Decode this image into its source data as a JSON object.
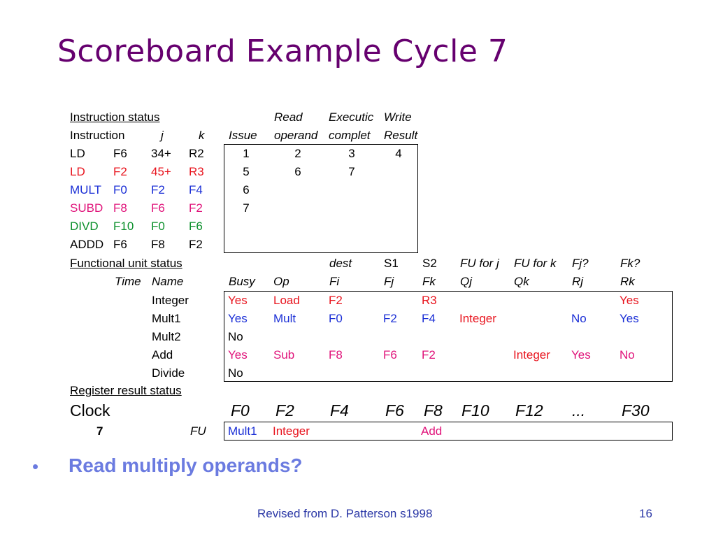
{
  "title": "Scoreboard Example Cycle 7",
  "colors": {
    "title": "#66006f",
    "ld2": "#e8141e",
    "mult": "#1b2fd6",
    "subd": "#e0137a",
    "divd": "#0a8f2a",
    "bullet": "#6b7be0",
    "footer": "#2a37a6"
  },
  "instr": {
    "section_label": "Instruction status ",
    "headers": {
      "instruction": "Instruction",
      "j": "j",
      "k": "k",
      "issue": "Issue",
      "read_top": "Read",
      "read_bottom": "operand",
      "exec_top": "Executic",
      "exec_bottom": "complet",
      "write_top": "Write",
      "write_bottom": "Result"
    },
    "rows": [
      {
        "op": "LD",
        "dst": "F6",
        "j": "34+",
        "k": "R2",
        "issue": "1",
        "read": "2",
        "exec": "3",
        "write": "4"
      },
      {
        "op": "LD",
        "dst": "F2",
        "j": "45+",
        "k": "R3",
        "issue": "5",
        "read": "6",
        "exec": "7",
        "write": ""
      },
      {
        "op": "MULT",
        "dst": "F0",
        "j": "F2",
        "k": "F4",
        "issue": "6",
        "read": "",
        "exec": "",
        "write": ""
      },
      {
        "op": "SUBD",
        "dst": "F8",
        "j": "F6",
        "k": "F2",
        "issue": "7",
        "read": "",
        "exec": "",
        "write": ""
      },
      {
        "op": "DIVD",
        "dst": "F10",
        "j": "F0",
        "k": "F6",
        "issue": "",
        "read": "",
        "exec": "",
        "write": ""
      },
      {
        "op": "ADDD",
        "dst": "F6",
        "j": "F8",
        "k": "F2",
        "issue": "",
        "read": "",
        "exec": "",
        "write": ""
      }
    ]
  },
  "fu": {
    "section_label": "Functional unit status",
    "headers_top": {
      "dest": "dest",
      "s1": "S1",
      "s2": "S2",
      "fuj": "FU for j",
      "fuk": "FU for k",
      "fjq": "Fj?",
      "fkq": "Fk?"
    },
    "headers": {
      "time": "Time",
      "name": "Name",
      "busy": "Busy",
      "op": "Op",
      "fi": "Fi",
      "fj": "Fj",
      "fk": "Fk",
      "qj": "Qj",
      "qk": "Qk",
      "rj": "Rj",
      "rk": "Rk"
    },
    "rows": [
      {
        "name": "Integer",
        "busy": "Yes",
        "op": "Load",
        "fi": "F2",
        "fj": "",
        "fk": "R3",
        "qj": "",
        "qk": "",
        "rj": "",
        "rk": "Yes"
      },
      {
        "name": "Mult1",
        "busy": "Yes",
        "op": "Mult",
        "fi": "F0",
        "fj": "F2",
        "fk": "F4",
        "qj": "Integer",
        "qk": "",
        "rj": "No",
        "rk": "Yes"
      },
      {
        "name": "Mult2",
        "busy": "No",
        "op": "",
        "fi": "",
        "fj": "",
        "fk": "",
        "qj": "",
        "qk": "",
        "rj": "",
        "rk": ""
      },
      {
        "name": "Add",
        "busy": "Yes",
        "op": "Sub",
        "fi": "F8",
        "fj": "F6",
        "fk": "F2",
        "qj": "",
        "qk": "Integer",
        "rj": "Yes",
        "rk": "No"
      },
      {
        "name": "Divide",
        "busy": "No",
        "op": "",
        "fi": "",
        "fj": "",
        "fk": "",
        "qj": "",
        "qk": "",
        "rj": "",
        "rk": ""
      }
    ]
  },
  "reg": {
    "section_label": "Register result status",
    "clock_label": "Clock",
    "clock_value": "7",
    "fu_label": "FU",
    "registers": [
      "F0",
      "F2",
      "F4",
      "F6",
      "F8",
      "F10",
      "F12",
      "...",
      "F30"
    ],
    "values": [
      "Mult1",
      "Integer",
      "",
      "",
      "Add",
      "",
      "",
      "",
      ""
    ]
  },
  "bullet": "Read multiply operands?",
  "footer": {
    "credit": "Revised from D. Patterson s1998",
    "page": "16"
  }
}
